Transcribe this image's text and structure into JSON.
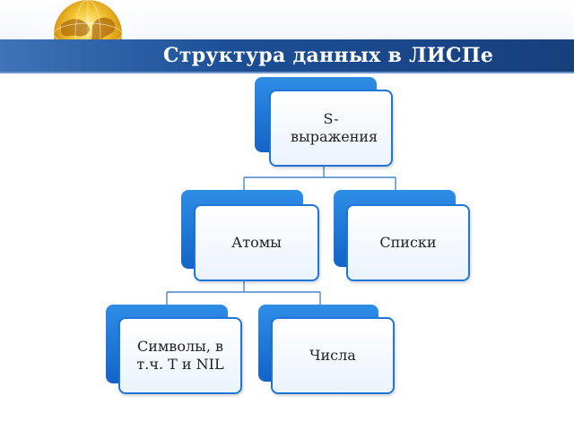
{
  "slide": {
    "title": "Структура данных в ЛИСПе"
  },
  "diagram": {
    "root": "S-выражения",
    "level1": [
      "Атомы",
      "Списки"
    ],
    "level2": [
      "Символы, в т.ч. T и NIL",
      "Числа"
    ]
  },
  "colors": {
    "header_band": "#1d4f96",
    "tab_blue": "#1f76d8",
    "card_fill": "#eaf3fc",
    "connector": "#4a86c8"
  },
  "icons": {
    "logo": "globe-icon"
  }
}
